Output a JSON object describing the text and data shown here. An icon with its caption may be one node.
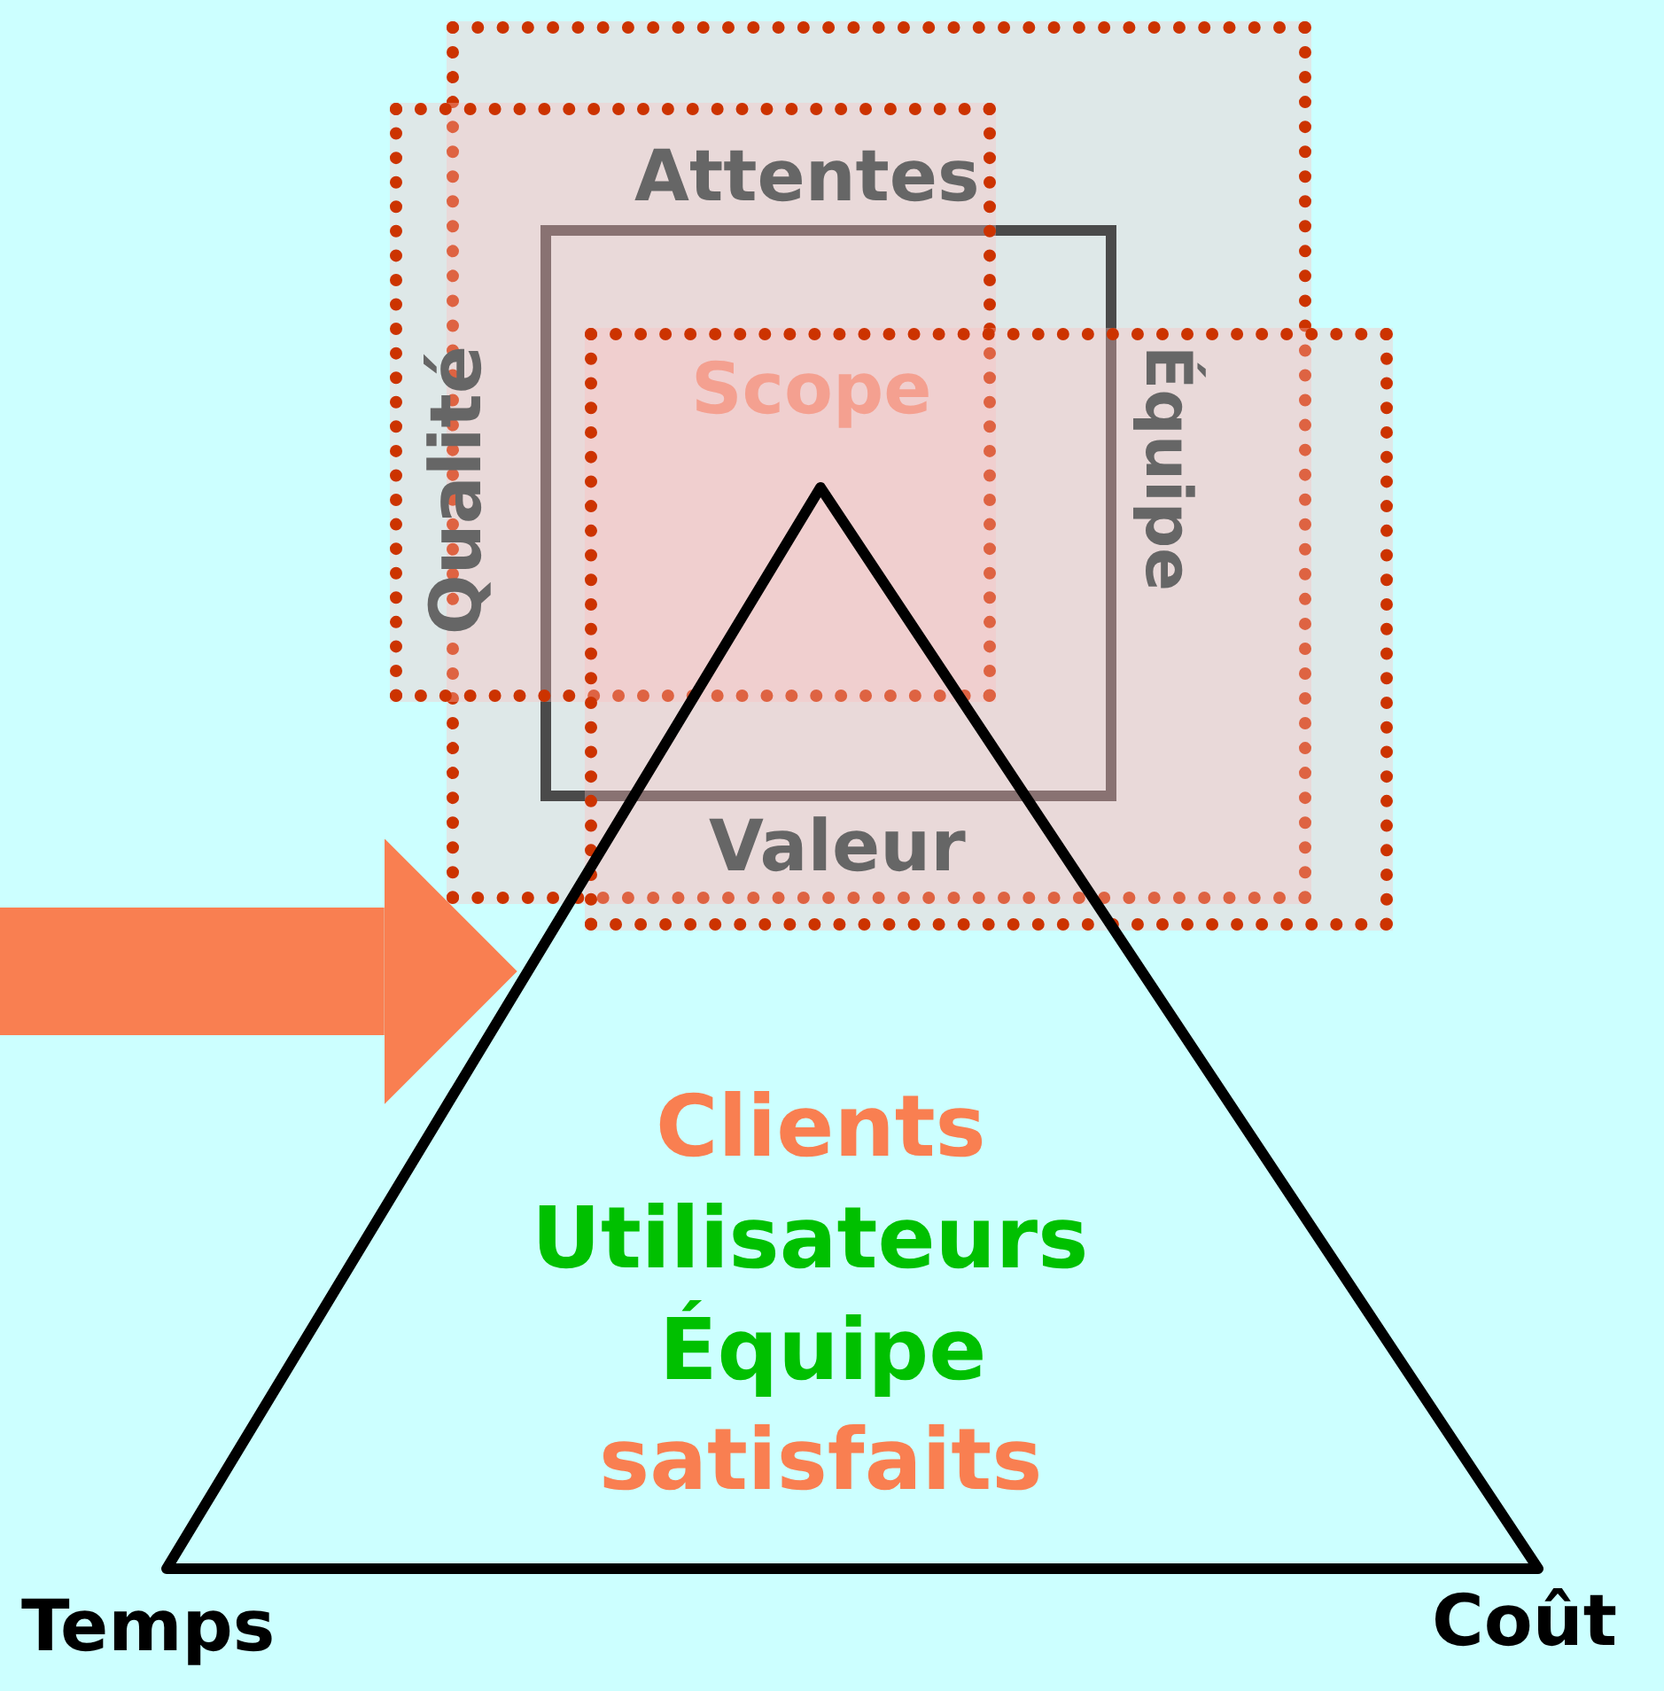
{
  "diagram": {
    "nodes": [
      {
        "text": [],
        "shape": "box"
      },
      {
        "text": [],
        "shape": "box"
      },
      {
        "text": [],
        "shape": "box",
        "in": 0
      },
      {
        "text": [],
        "shape": "box"
      },
      {
        "text": [
          "Clients",
          "Utilisateurs",
          "Équipe",
          "satisfaits"
        ]
      }
    ],
    "edges": [
      {
        "from": null,
        "to": 4,
        "arrow": "to",
        "color": "#f97f51"
      }
    ],
    "labels": [
      "Attentes",
      "Qualité",
      "Scope",
      "Équipe",
      "Valeur",
      "Temps",
      "Coût"
    ]
  }
}
